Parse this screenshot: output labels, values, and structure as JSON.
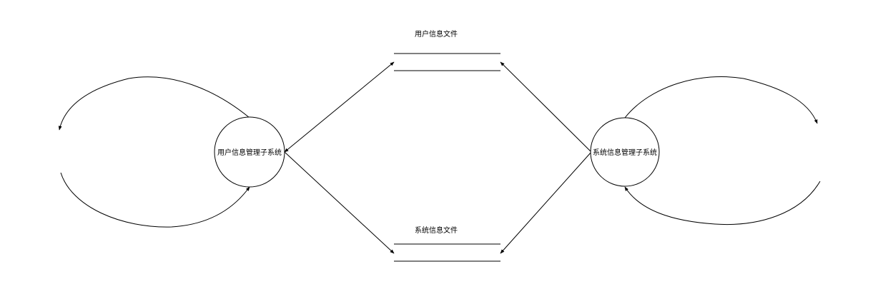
{
  "processes": {
    "user": {
      "label": "用户信息管理子系统"
    },
    "system": {
      "label": "系统信息管理子系统"
    }
  },
  "stores": {
    "user_file": {
      "label": "用户信息文件"
    },
    "system_file": {
      "label": "系统信息文件"
    }
  },
  "colors": {
    "stroke": "#000000",
    "background": "#ffffff"
  }
}
